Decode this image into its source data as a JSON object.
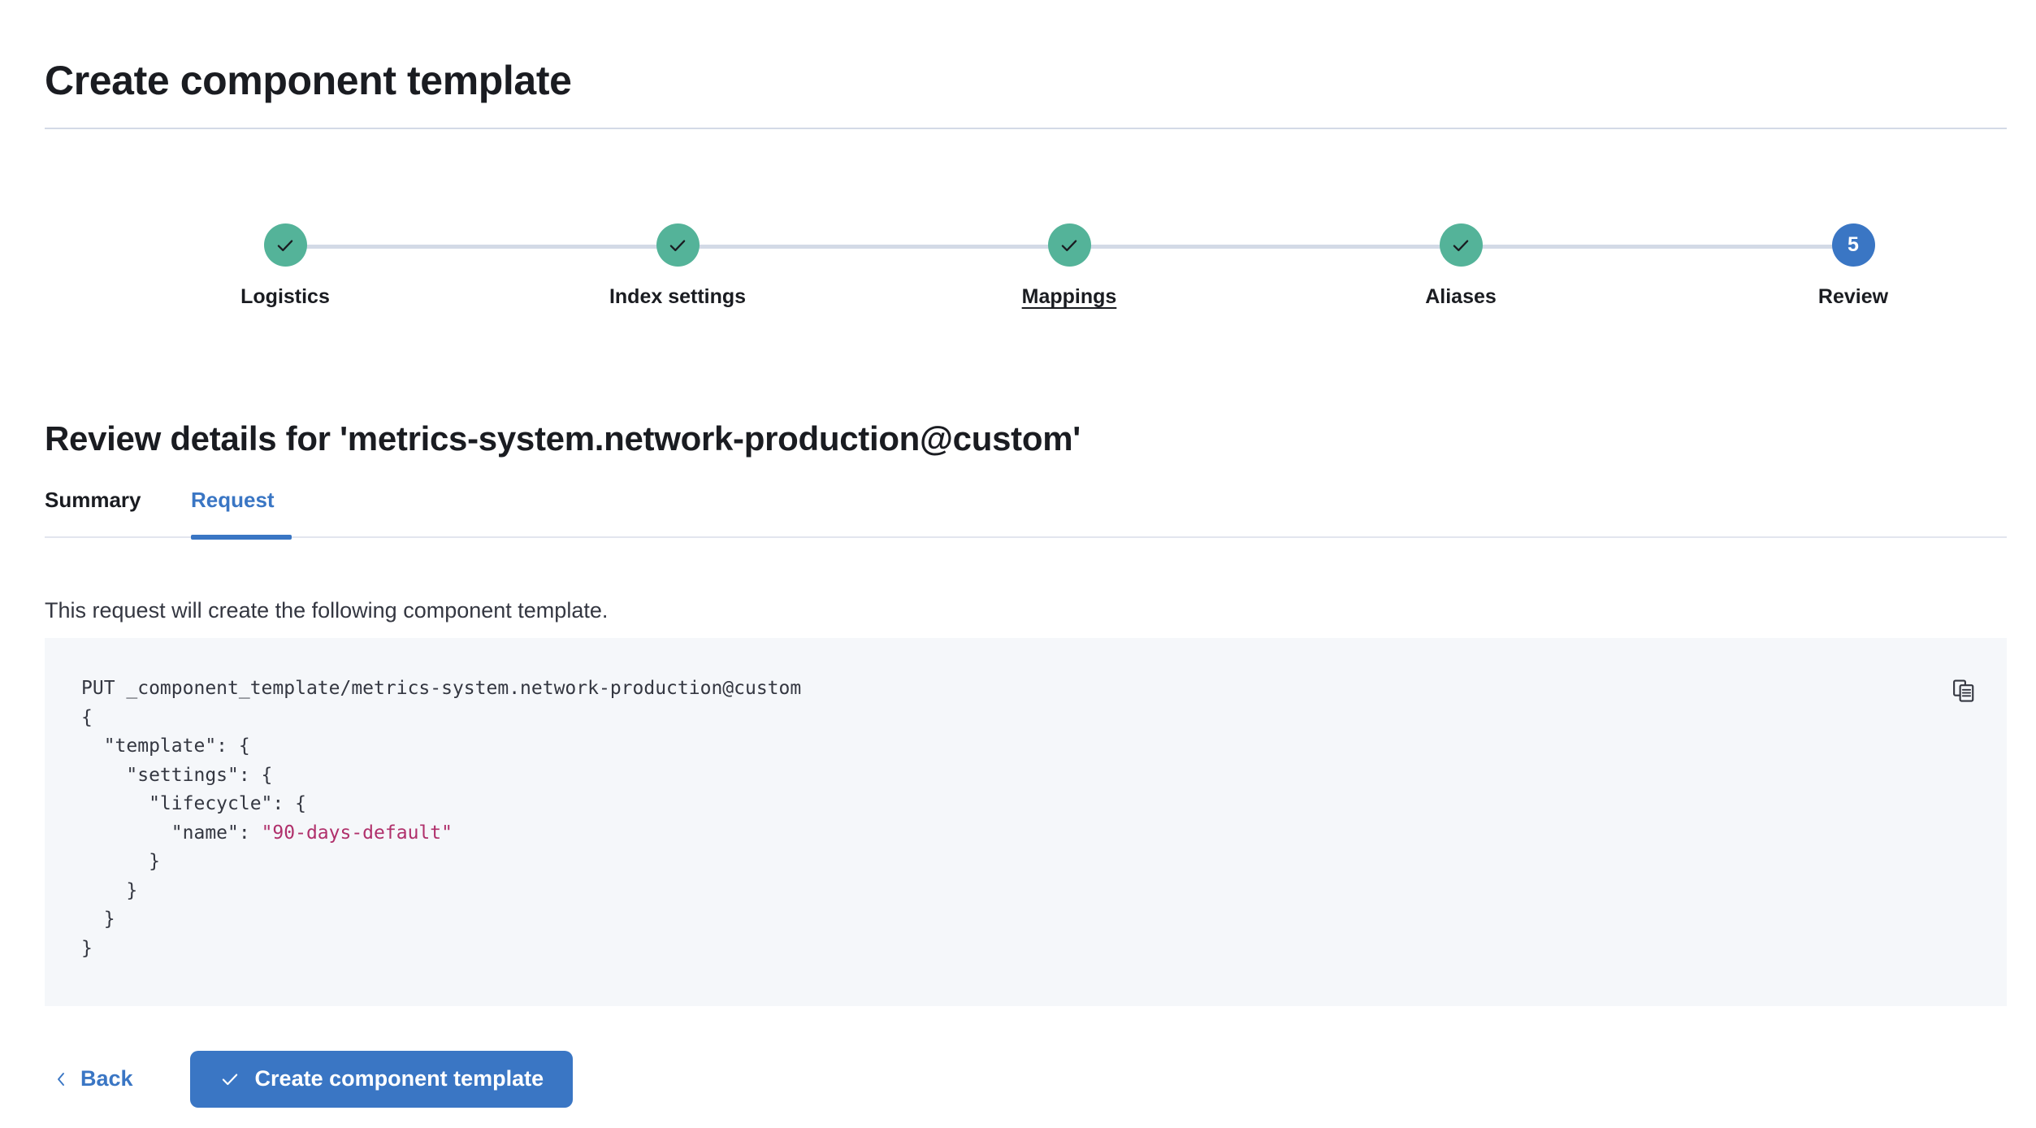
{
  "page": {
    "title": "Create component template"
  },
  "stepper": {
    "steps": [
      {
        "label": "Logistics",
        "state": "complete",
        "icon": "check-icon",
        "number": "1",
        "hovered": false
      },
      {
        "label": "Index settings",
        "state": "complete",
        "icon": "check-icon",
        "number": "2",
        "hovered": false
      },
      {
        "label": "Mappings",
        "state": "complete",
        "icon": "check-icon",
        "number": "3",
        "hovered": true
      },
      {
        "label": "Aliases",
        "state": "complete",
        "icon": "check-icon",
        "number": "4",
        "hovered": false
      },
      {
        "label": "Review",
        "state": "current",
        "icon": "",
        "number": "5",
        "hovered": false
      }
    ],
    "complete_color": "#54b399",
    "current_color": "#3a76c4",
    "line_color": "#d3dae6"
  },
  "review": {
    "heading": "Review details for 'metrics-system.network-production@custom'",
    "tabs": [
      {
        "label": "Summary",
        "active": false
      },
      {
        "label": "Request",
        "active": true
      }
    ],
    "active_tab_color": "#3a76c4",
    "description": "This request will create the following component template."
  },
  "code": {
    "copy_icon": "copy-clipboard-icon",
    "background": "#f5f7fa",
    "string_color": "#b0306b",
    "method": "PUT",
    "path": "_component_template/metrics-system.network-production@custom",
    "body_lines": [
      "{",
      "  \"template\": {",
      "    \"settings\": {",
      "      \"lifecycle\": {",
      "        \"name\": ",
      "\"90-days-default\"",
      "      }",
      "    }",
      "  }",
      "}"
    ],
    "request_line": "PUT _component_template/metrics-system.network-production@custom",
    "body_before_value": "{\n  \"template\": {\n    \"settings\": {\n      \"lifecycle\": {\n        \"name\": ",
    "body_value": "\"90-days-default\"",
    "body_after_value": "\n      }\n    }\n  }\n}"
  },
  "footer": {
    "back_label": "Back",
    "back_icon": "chevron-left-icon",
    "submit_label": "Create component template",
    "submit_icon": "check-icon",
    "submit_color": "#3a76c4"
  }
}
